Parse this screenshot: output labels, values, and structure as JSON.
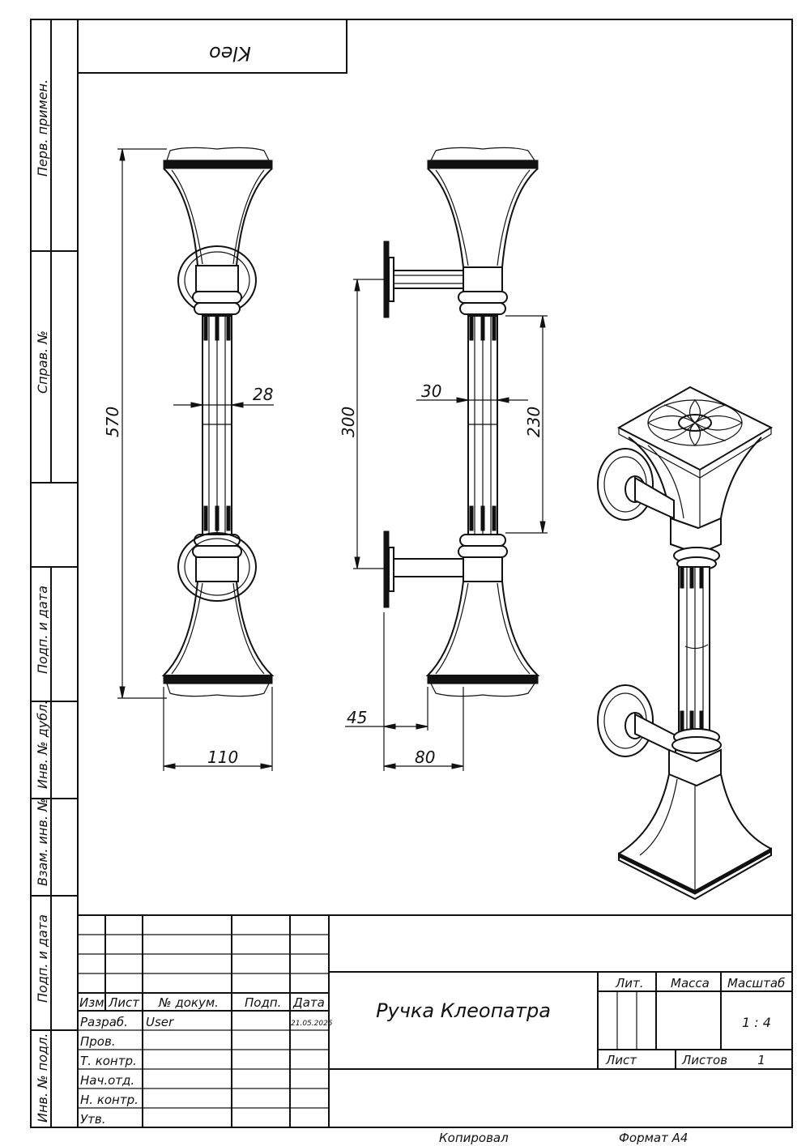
{
  "stamp": {
    "code": "Kleo"
  },
  "side_labels": {
    "perv_primen": "Перв. примен.",
    "sprav_no": "Справ. №",
    "podp_data_1": "Подп. и дата",
    "inv_dubl": "Инв. № дубл.",
    "vzam_inv": "Взам. инв. №",
    "podp_data_2": "Подп. и дата",
    "inv_podl": "Инв. № подл."
  },
  "dimensions": {
    "height_total": "570",
    "bar_diameter_front": "28",
    "width_bottom": "110",
    "mount_spacing": "300",
    "bar_diameter_side": "30",
    "grip_length": "230",
    "offset_small": "45",
    "offset_large": "80"
  },
  "title_block": {
    "headers": {
      "izm": "Изм.",
      "list": "Лист",
      "doc_no": "№ докум.",
      "podp": "Подп.",
      "data": "Дата"
    },
    "rows": [
      {
        "role": "Разраб.",
        "name": "User",
        "date": "21.05.2025"
      },
      {
        "role": "Пров.",
        "name": "",
        "date": ""
      },
      {
        "role": "Т. контр.",
        "name": "",
        "date": ""
      },
      {
        "role": "Нач.отд.",
        "name": "",
        "date": ""
      },
      {
        "role": "Н. контр.",
        "name": "",
        "date": ""
      },
      {
        "role": "Утв.",
        "name": "",
        "date": ""
      }
    ],
    "title": "Ручка Клеопатра",
    "lit_label": "Лит.",
    "massa_label": "Масса",
    "masshtab_label": "Масштаб",
    "scale": "1 : 4",
    "sheet_label": "Лист",
    "sheets_label": "Листов",
    "sheets_count": "1"
  },
  "footer": {
    "copied": "Копировал",
    "format": "Формат А4"
  }
}
